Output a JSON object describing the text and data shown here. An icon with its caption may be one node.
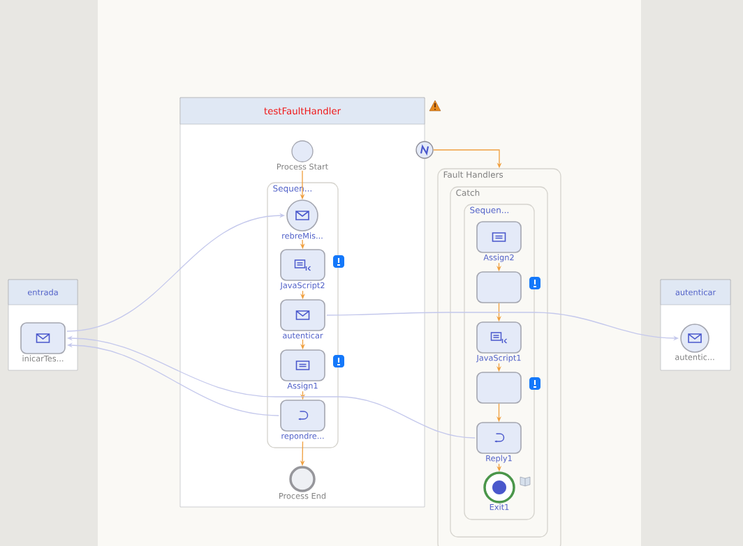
{
  "diagram": {
    "nodes": [
      {
        "text": [
          "entrada"
        ]
      },
      {
        "text": [
          "inicarTes..."
        ],
        "in": 0
      },
      {
        "text": [
          "testFaultHandler"
        ]
      },
      {
        "text": [
          "Process Start"
        ],
        "in": 2
      },
      {
        "text": [
          "Sequen..."
        ],
        "in": 2
      },
      {
        "text": [
          "rebreMis..."
        ],
        "in": 4
      },
      {
        "text": [
          "JavaScript2"
        ],
        "in": 4
      },
      {
        "text": [
          "autenticar"
        ],
        "in": 4
      },
      {
        "text": [
          "Assign1"
        ],
        "in": 4
      },
      {
        "text": [
          "repondre..."
        ],
        "in": 4
      },
      {
        "text": [
          "Process End"
        ],
        "in": 2
      },
      {
        "text": [],
        "shape": "circle"
      },
      {
        "text": [
          "Fault Handlers"
        ]
      },
      {
        "text": [
          "Catch"
        ],
        "in": 12
      },
      {
        "text": [
          "Sequen..."
        ],
        "in": 13
      },
      {
        "text": [
          "Assign2"
        ],
        "in": 14
      },
      {
        "text": [],
        "shape": "box",
        "in": 14
      },
      {
        "text": [
          "JavaScript1"
        ],
        "in": 14
      },
      {
        "text": [],
        "shape": "box",
        "in": 14
      },
      {
        "text": [
          "Reply1"
        ],
        "in": 14
      },
      {
        "text": [
          "Exit1"
        ],
        "in": 14
      },
      {
        "text": [
          "autenticar"
        ]
      },
      {
        "text": [
          "autentic..."
        ],
        "in": 21
      }
    ],
    "edges": [
      {
        "from": 3,
        "to": 5,
        "arrow": "to"
      },
      {
        "from": 5,
        "to": 6,
        "arrow": "to"
      },
      {
        "from": 6,
        "to": 7,
        "arrow": "to"
      },
      {
        "from": 7,
        "to": 8,
        "arrow": "to"
      },
      {
        "from": 8,
        "to": 9,
        "arrow": "to"
      },
      {
        "from": 9,
        "to": 10,
        "arrow": "to"
      },
      {
        "from": 11,
        "to": 12,
        "arrow": "to"
      },
      {
        "from": 15,
        "to": 16,
        "arrow": "to"
      },
      {
        "from": 16,
        "to": 17,
        "arrow": "to"
      },
      {
        "from": 17,
        "to": 18,
        "arrow": "to"
      },
      {
        "from": 18,
        "to": 19,
        "arrow": "to"
      },
      {
        "from": 19,
        "to": 20,
        "arrow": "to"
      },
      {
        "from": 1,
        "to": 5,
        "arrow": "to",
        "color": "#c4c8ec"
      },
      {
        "from": 7,
        "to": 22,
        "arrow": "to",
        "color": "#c4c8ec"
      },
      {
        "from": 19,
        "to": 1,
        "arrow": "to",
        "color": "#c4c8ec"
      },
      {
        "from": 9,
        "to": 1,
        "arrow": "to",
        "color": "#c4c8ec"
      }
    ]
  }
}
